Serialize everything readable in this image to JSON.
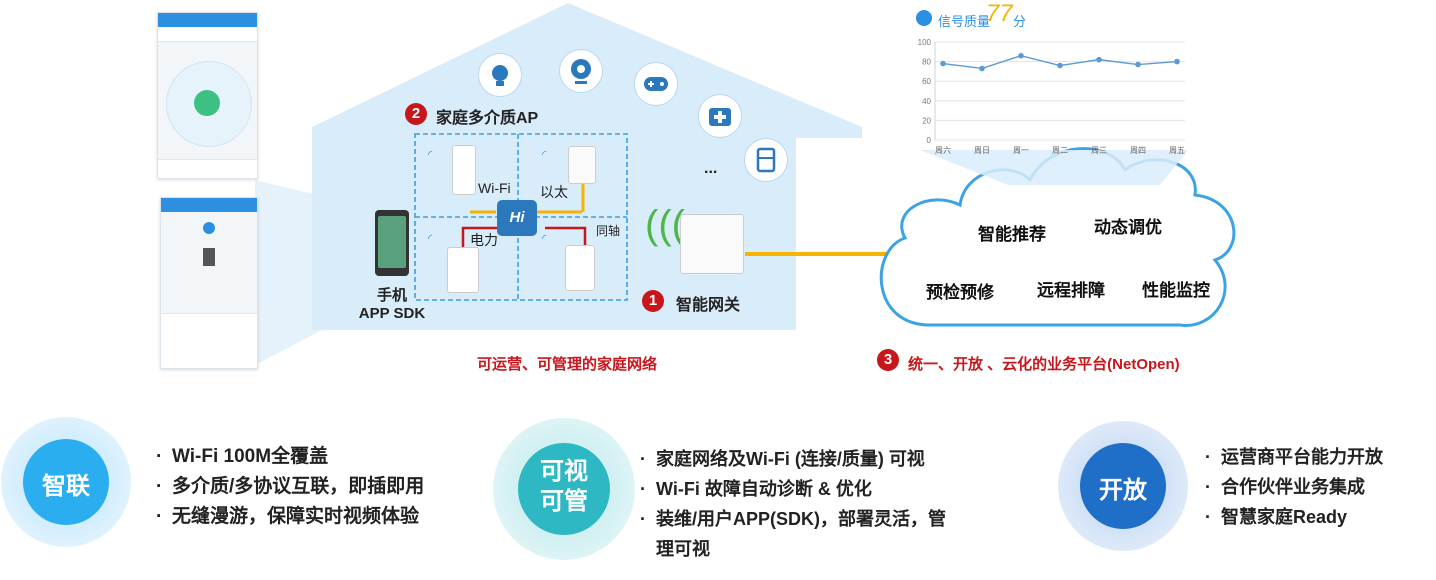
{
  "house": {
    "ap_title": "家庭多介质AP",
    "wifi_label": "Wi-Fi",
    "ethernet_label": "以太",
    "powerline_label": "电力",
    "coax_label": "同轴",
    "ellipsis": "...",
    "hub_label": "Hi",
    "phone_label_line1": "手机",
    "phone_label_line2": "APP SDK",
    "gateway_label": "智能网关",
    "caption": "可运营、可管理的家庭网络"
  },
  "badges": {
    "one": "1",
    "two": "2",
    "three": "3"
  },
  "platform_caption": "统一、开放 、云化的业务平台(NetOpen)",
  "cloud": {
    "items": [
      "智能推荐",
      "动态调优",
      "预检预修",
      "远程排障",
      "性能监控"
    ]
  },
  "signal_panel": {
    "title": "信号质量",
    "score": "77",
    "unit": "分"
  },
  "chart_data": {
    "type": "line",
    "title": "信号质量",
    "categories": [
      "周六",
      "周日",
      "周一",
      "周二",
      "周三",
      "周四",
      "周五"
    ],
    "series": [
      {
        "values": [
          78,
          73,
          86,
          76,
          82,
          77,
          80
        ]
      }
    ],
    "ylim": [
      0,
      100
    ],
    "yticks": [
      0,
      20,
      40,
      60,
      80,
      100
    ],
    "grid": true,
    "color": "#5b9bd5"
  },
  "features": [
    {
      "circle": "智联",
      "bullets": [
        "Wi-Fi 100M全覆盖",
        "多介质/多协议互联，即插即用",
        "无缝漫游，保障实时视频体验"
      ]
    },
    {
      "circle_line1": "可视",
      "circle_line2": "可管",
      "bullets": [
        "家庭网络及Wi-Fi (连接/质量) 可视",
        "Wi-Fi 故障自动诊断 & 优化",
        "装维/用户APP(SDK)，部署灵活，管",
        "理可视"
      ]
    },
    {
      "circle": "开放",
      "bullets": [
        "运营商平台能力开放",
        "合作伙伴业务集成",
        "智慧家庭Ready"
      ]
    }
  ],
  "bullet_mark": "·",
  "colors": {
    "house": "#dbeefb",
    "accent_red": "#c8161d",
    "line_yellow": "#f5b400",
    "cloud_border": "#3ba3e5"
  }
}
